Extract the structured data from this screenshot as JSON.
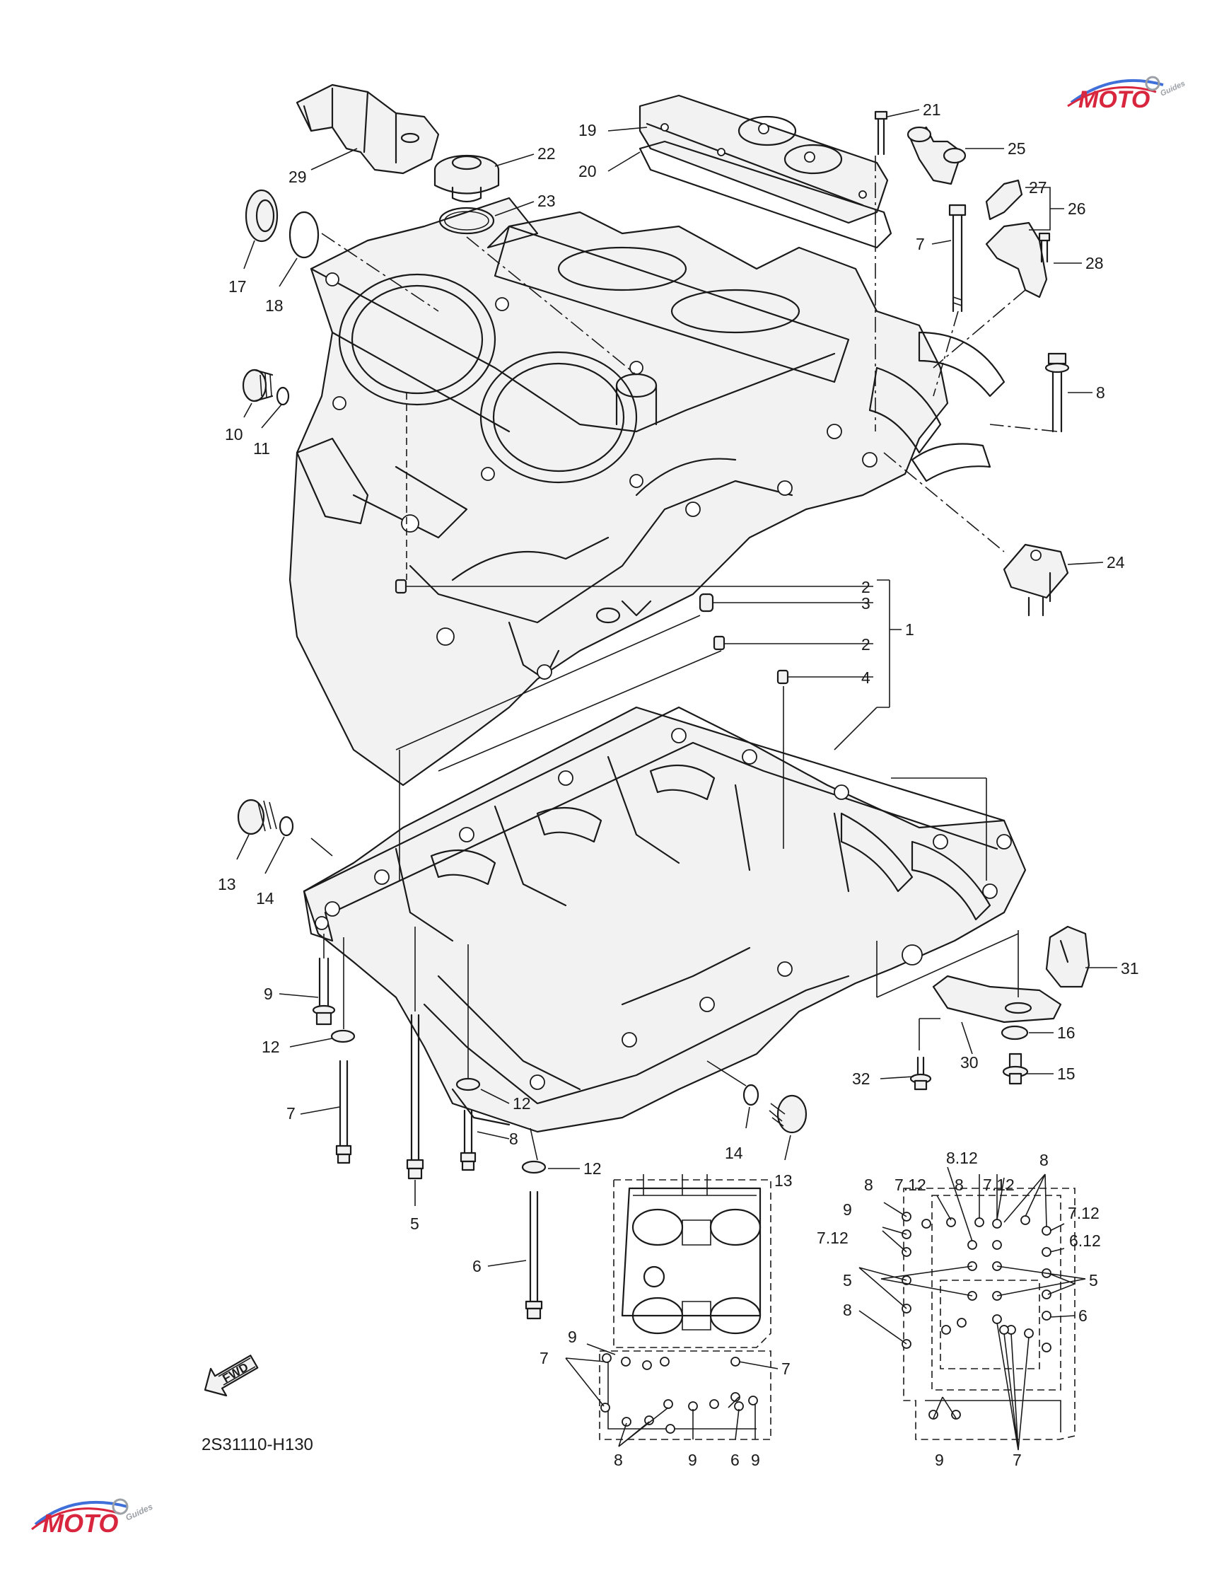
{
  "diagram_code": "2S31110-H130",
  "fwd_label": "FWD",
  "watermark": "MOTO",
  "watermark_sub": "Guides",
  "colors": {
    "ink": "#1a1a1a",
    "watermark_red": "#d7263d",
    "watermark_blue": "#3f6fd8",
    "watermark_gray": "#9aa0a6"
  },
  "callouts": {
    "c29": "29",
    "c22": "22",
    "c23": "23",
    "c19": "19",
    "c20": "20",
    "c21": "21",
    "c25": "25",
    "c27": "27",
    "c26": "26",
    "c28": "28",
    "c7a": "7",
    "c17": "17",
    "c18": "18",
    "c10": "10",
    "c11": "11",
    "c8a": "8",
    "c24": "24",
    "c2a": "2",
    "c3": "3",
    "c1": "1",
    "c2b": "2",
    "c4": "4",
    "c13a": "13",
    "c14a": "14",
    "c31": "31",
    "c9": "9",
    "c16": "16",
    "c12a": "12",
    "c30": "30",
    "c32": "32",
    "c15": "15",
    "c7b": "7",
    "c12b": "12",
    "c8b": "8",
    "c14b": "14",
    "c12c": "12",
    "c13b": "13",
    "c5": "5",
    "c6": "6"
  },
  "bolt_map_left": {
    "l9a": "9",
    "l7a": "7",
    "l7b": "7",
    "l8": "8",
    "l9b": "9",
    "l6": "6",
    "l9c": "9"
  },
  "bolt_map_right": {
    "r812": "8.12",
    "r8a": "8",
    "r712a": "7.12",
    "r8b": "8",
    "r712b": "7.12",
    "r8c": "8",
    "r9a": "9",
    "r712c": "7.12",
    "r712d": "7.12",
    "r612": "6.12",
    "r5a": "5",
    "r5b": "5",
    "r8d": "8",
    "r6": "6",
    "r9b": "9",
    "r7": "7"
  }
}
